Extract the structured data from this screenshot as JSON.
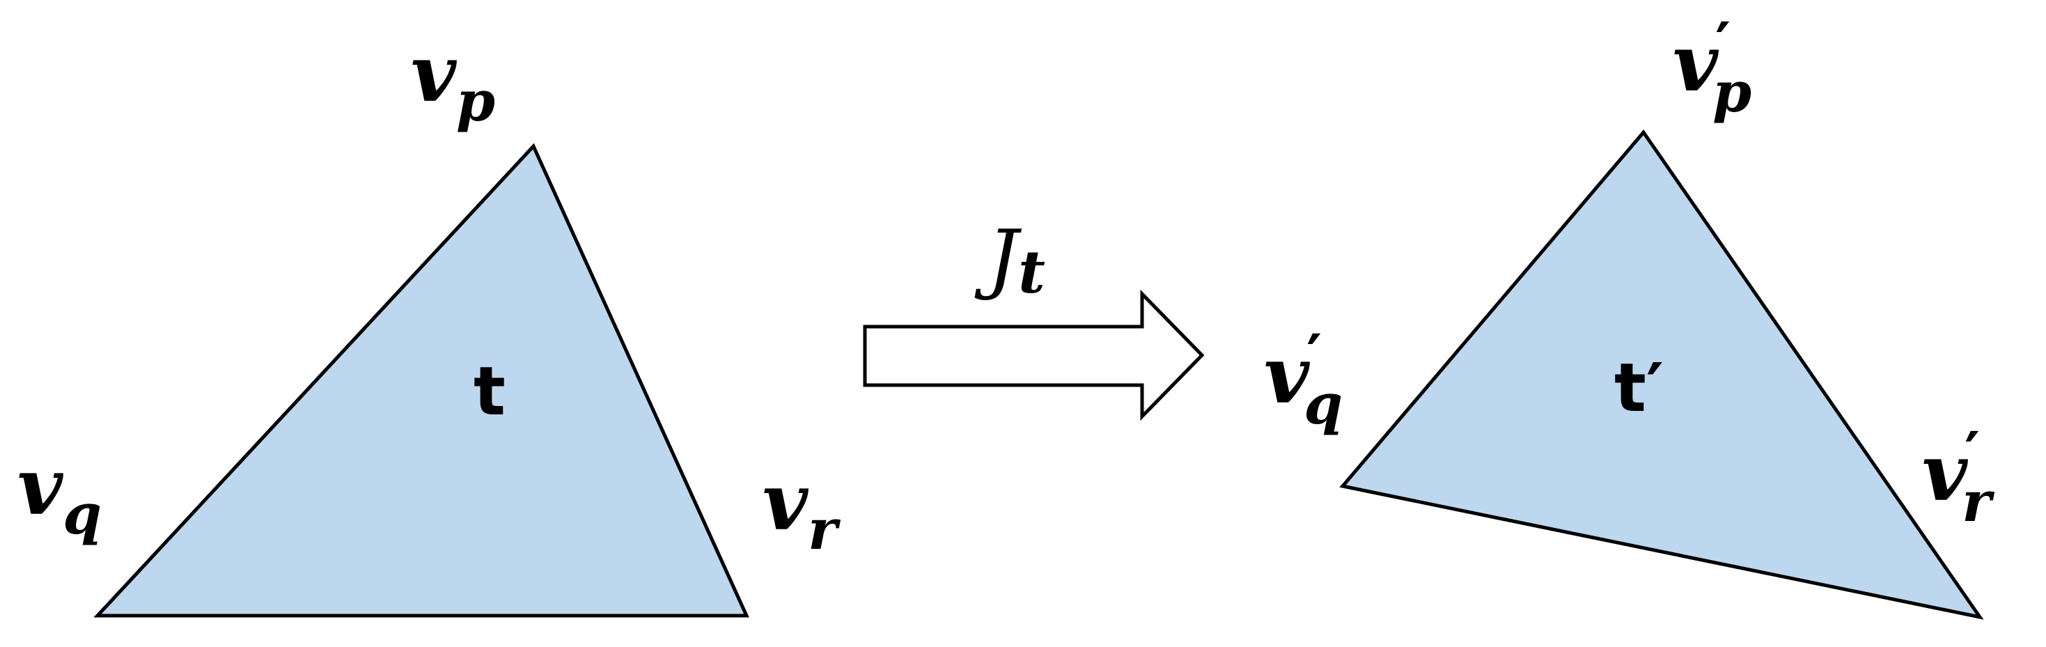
{
  "diagram": {
    "source": {
      "face_label": "t",
      "vertices": {
        "p": {
          "base": "v",
          "sub": "p"
        },
        "q": {
          "base": "v",
          "sub": "q"
        },
        "r": {
          "base": "v",
          "sub": "r"
        }
      }
    },
    "mapping": {
      "base": "J",
      "sub": "t"
    },
    "target": {
      "face_label": "t′",
      "prime": "′",
      "vertices": {
        "p": {
          "base": "v",
          "sub": "p"
        },
        "q": {
          "base": "v",
          "sub": "q"
        },
        "r": {
          "base": "v",
          "sub": "r"
        }
      }
    },
    "colors": {
      "triangle_fill": "#bdd7ee",
      "stroke": "#000000",
      "arrow_fill": "#ffffff"
    }
  }
}
